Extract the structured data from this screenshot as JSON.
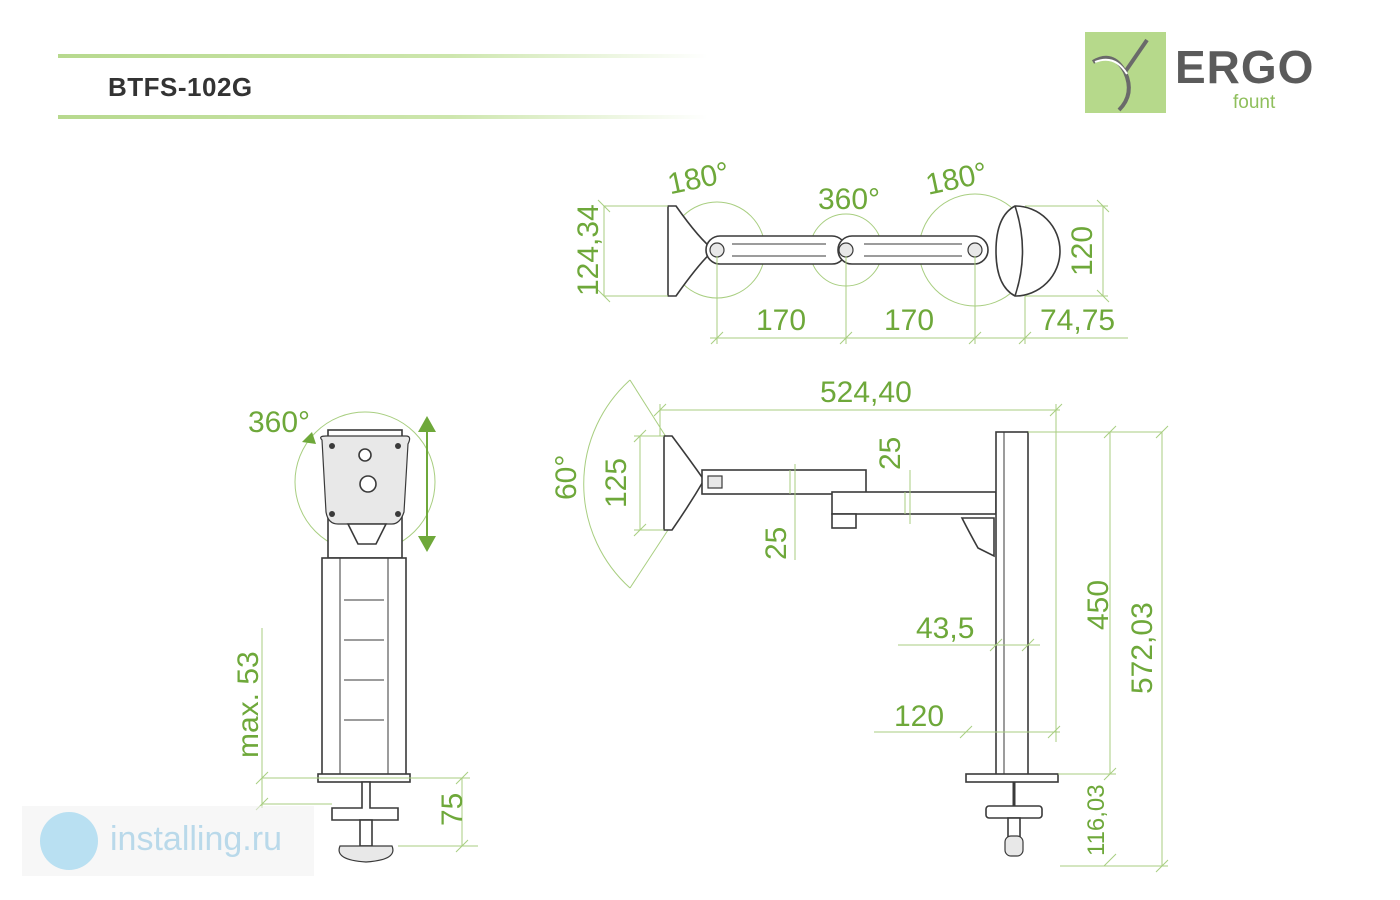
{
  "header": {
    "model": "BTFS-102G"
  },
  "logo": {
    "brand": "ERGO",
    "sub": "fount"
  },
  "watermark": {
    "text": "installing.ru"
  },
  "colors": {
    "accent": "#8fbf5c",
    "dim_line": "#a8ce80",
    "drawing": "#3a3a3a"
  },
  "top_view": {
    "angle_left": "180°",
    "angle_mid": "360°",
    "angle_right": "180°",
    "dim_height": "124,34",
    "dim_seg1": "170",
    "dim_seg2": "170",
    "dim_plate": "120",
    "dim_offset": "74,75"
  },
  "side_view": {
    "width": "524,40",
    "tilt": "60°",
    "vesa": "125",
    "arm_thick_upper": "25",
    "arm_thick_lower": "25",
    "pole_width": "43,5",
    "base_width": "120",
    "height_upper": "450",
    "height_total": "572,03",
    "height_clamp": "116,03"
  },
  "front_view": {
    "rotation": "360°",
    "clamp_max": "max. 53",
    "clamp_height": "75"
  }
}
